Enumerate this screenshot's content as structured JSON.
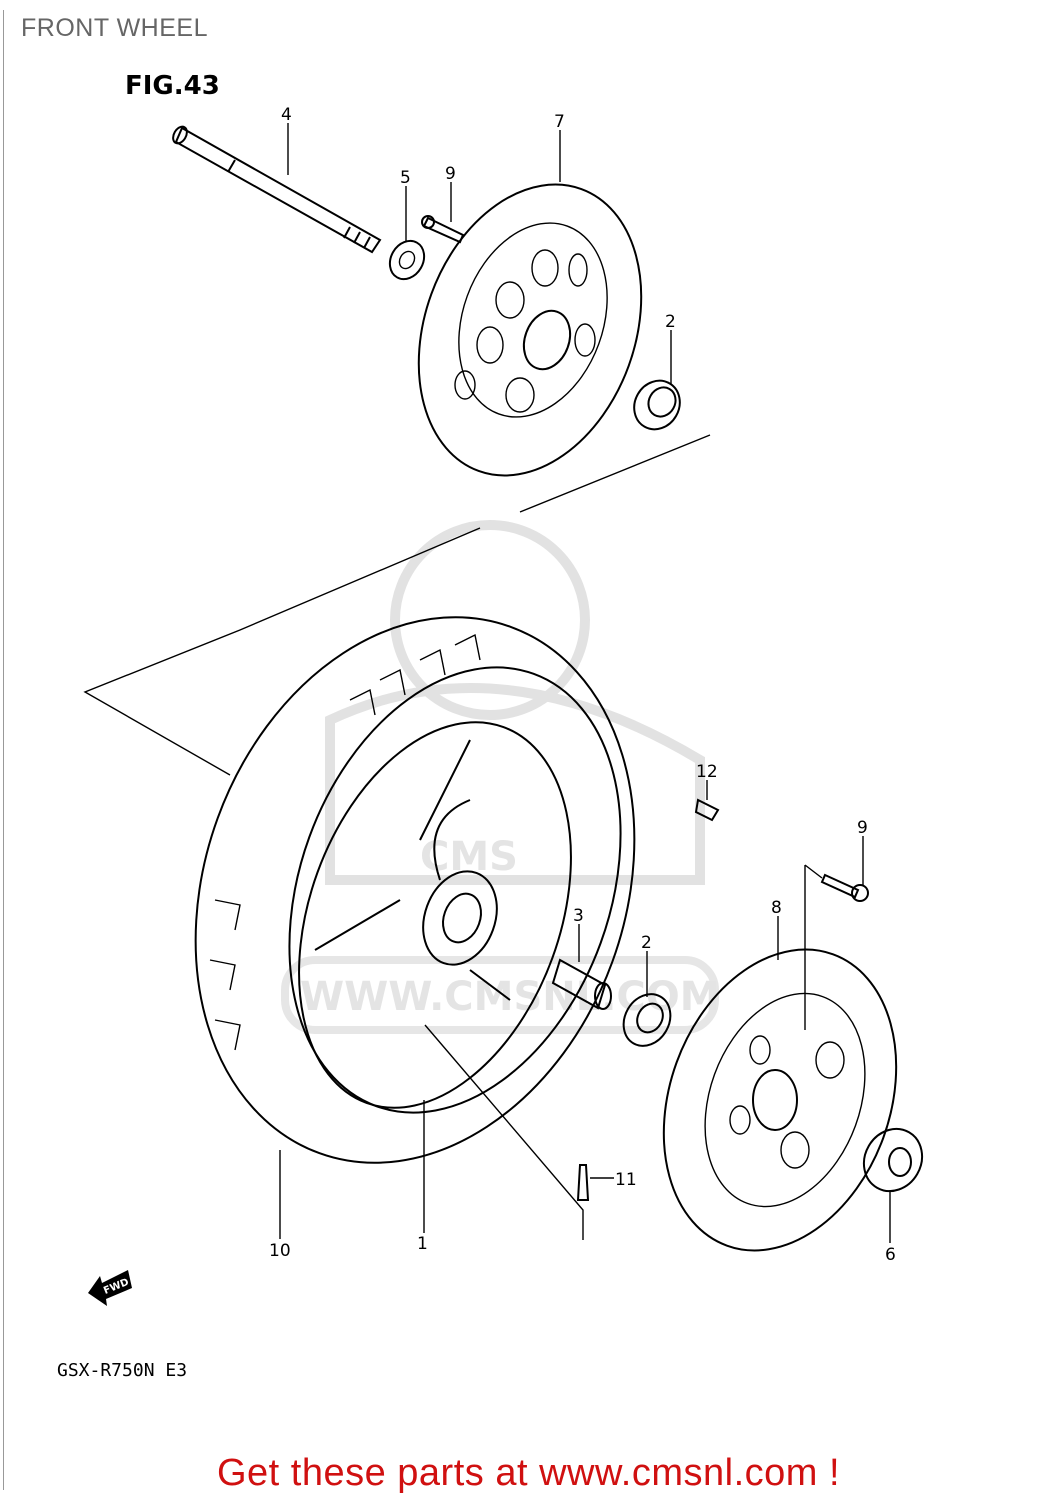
{
  "page_title": "FRONT WHEEL",
  "figure": {
    "label": "FIG.43",
    "model_code": "GSX-R750N E3",
    "fwd_label": "FWD",
    "watermark": {
      "brand": "CMS",
      "url": "WWW.CMSNL.COM"
    },
    "callouts": [
      "4",
      "5",
      "9",
      "7",
      "2",
      "12",
      "9",
      "8",
      "3",
      "2",
      "11",
      "10",
      "1",
      "6"
    ]
  },
  "footer": {
    "promo": "Get these parts at www.cmsnl.com !",
    "promo_color": "#d01010"
  }
}
